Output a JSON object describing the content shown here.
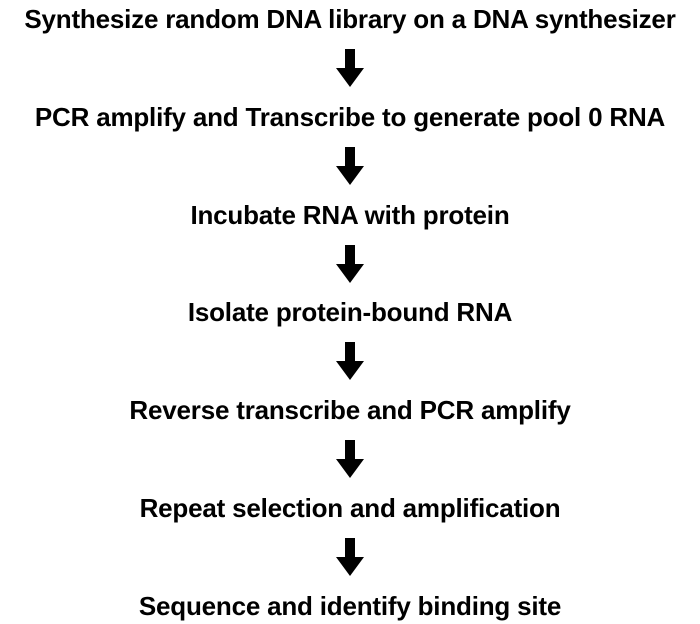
{
  "flowchart": {
    "description": "SELEX-style protocol flowchart",
    "steps": [
      {
        "label": "Synthesize random DNA library on a DNA synthesizer"
      },
      {
        "label": "PCR amplify and Transcribe to generate pool 0 RNA"
      },
      {
        "label": "Incubate RNA with protein"
      },
      {
        "label": "Isolate protein-bound RNA"
      },
      {
        "label": "Reverse transcribe and PCR amplify"
      },
      {
        "label": "Repeat selection and amplification"
      },
      {
        "label": "Sequence and identify binding site"
      }
    ],
    "arrow_icon": "down-arrow",
    "colors": {
      "background": "#ffffff",
      "text": "#000000",
      "arrow": "#000000"
    }
  }
}
